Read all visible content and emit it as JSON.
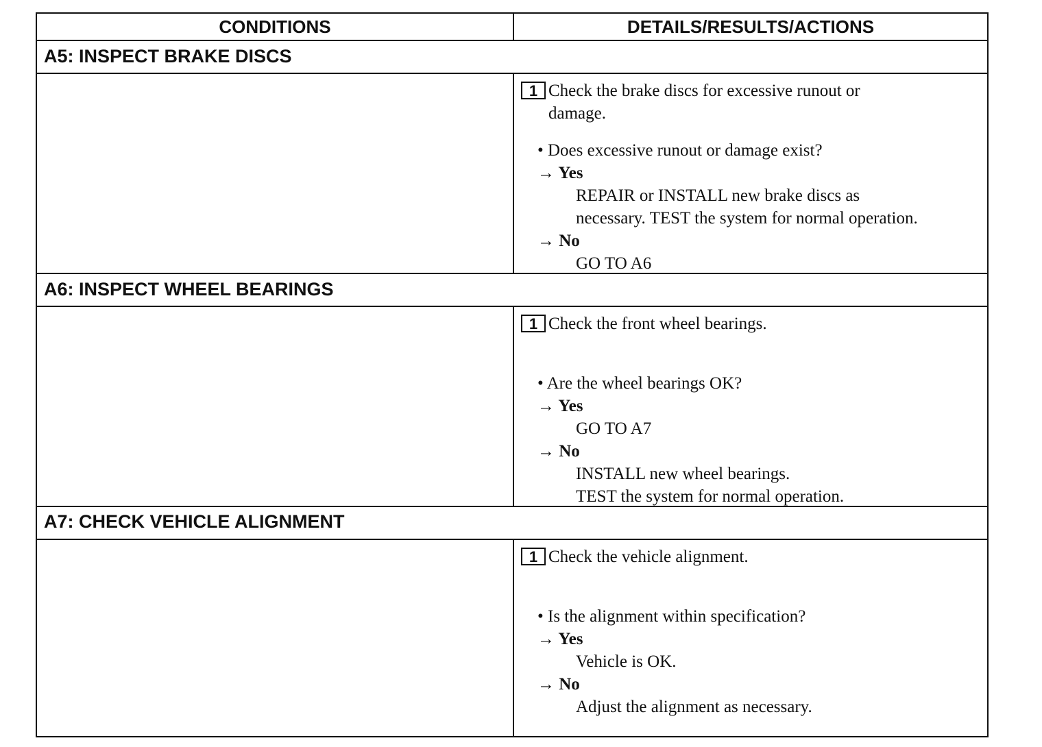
{
  "header": {
    "conditions": "CONDITIONS",
    "details": "DETAILS/RESULTS/ACTIONS"
  },
  "sections": [
    {
      "title": "A5: INSPECT BRAKE DISCS",
      "step_number": "1",
      "step_text_1": "Check the brake discs for excessive runout or",
      "step_text_2": "damage.",
      "question": "• Does excessive runout or damage exist?",
      "yes_label": "→ Yes",
      "yes_action_1": "REPAIR or INSTALL new brake discs as",
      "yes_action_2": "necessary. TEST the system for normal operation.",
      "no_label": "→ No",
      "no_action_1": "GO TO A6"
    },
    {
      "title": "A6: INSPECT WHEEL BEARINGS",
      "step_number": "1",
      "step_text_1": "Check the front wheel bearings.",
      "question": "• Are the wheel bearings OK?",
      "yes_label": "→ Yes",
      "yes_action_1": "GO TO A7",
      "no_label": "→ No",
      "no_action_1": "INSTALL new wheel bearings.",
      "no_action_2": "TEST the system for normal operation."
    },
    {
      "title": "A7: CHECK VEHICLE ALIGNMENT",
      "step_number": "1",
      "step_text_1": "Check the vehicle alignment.",
      "question": "• Is the alignment within specification?",
      "yes_label": "→ Yes",
      "yes_action_1": "Vehicle is OK.",
      "no_label": "→ No",
      "no_action_1": "Adjust the alignment as necessary."
    }
  ]
}
